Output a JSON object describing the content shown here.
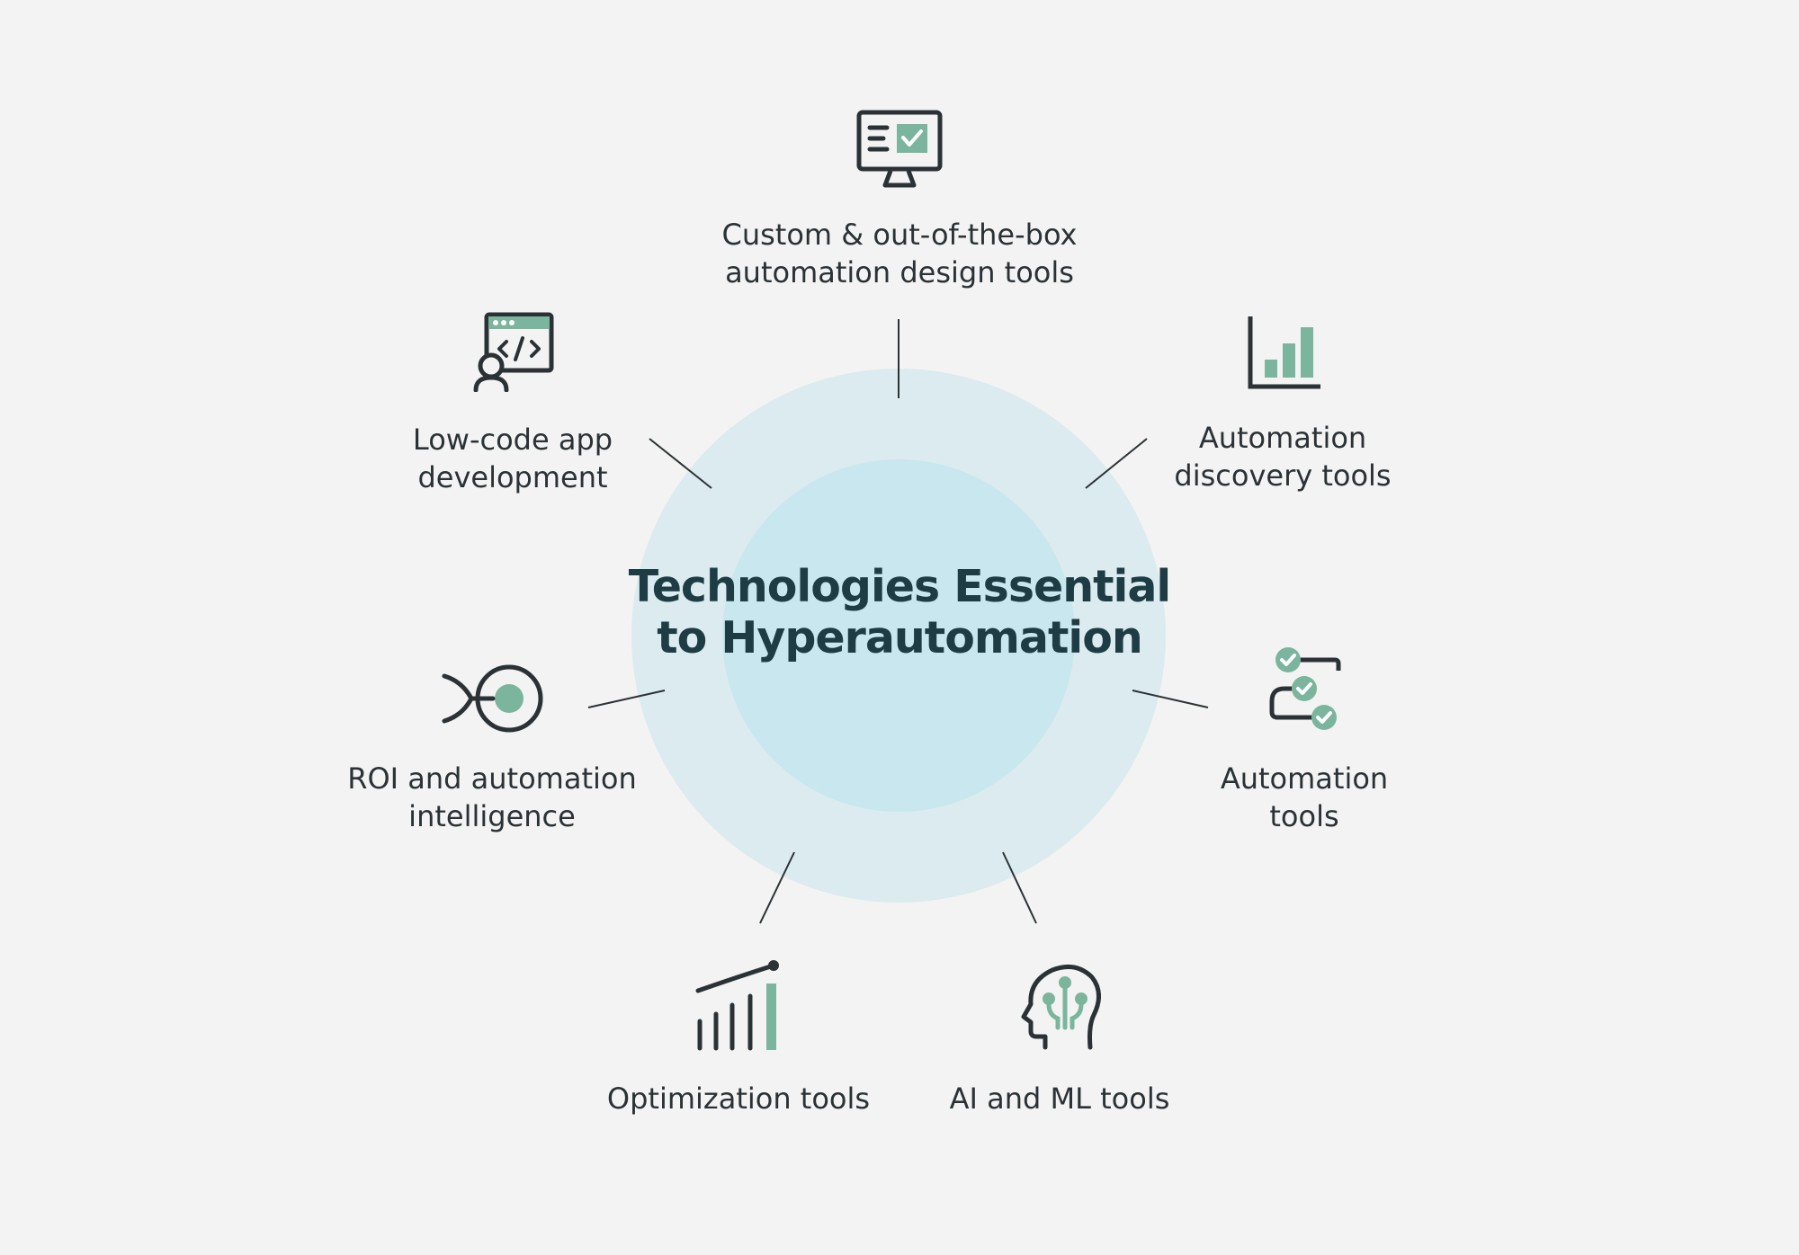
{
  "center": {
    "title_line1": "Technologies Essential",
    "title_line2": "to Hyperautomation"
  },
  "nodes": {
    "design_tools": {
      "label_line1": "Custom & out-of-the-box",
      "label_line2": "automation design tools",
      "icon": "monitor-checklist-icon"
    },
    "discovery_tools": {
      "label_line1": "Automation",
      "label_line2": "discovery tools",
      "icon": "bar-chart-icon"
    },
    "automation_tools": {
      "label_line1": "Automation",
      "label_line2": "tools",
      "icon": "workflow-checks-icon"
    },
    "ai_ml_tools": {
      "label_line1": "AI and ML tools",
      "icon": "ai-head-icon"
    },
    "optimization_tools": {
      "label_line1": "Optimization tools",
      "icon": "growth-chart-icon"
    },
    "roi_intelligence": {
      "label_line1": "ROI and automation",
      "label_line2": "intelligence",
      "icon": "target-arrow-icon"
    },
    "low_code": {
      "label_line1": "Low-code app",
      "label_line2": "development",
      "icon": "code-developer-icon"
    }
  },
  "colors": {
    "background": "#f3f3f3",
    "outer_circle": "#dcebef",
    "inner_circle": "#c9e7ee",
    "title": "#1d3c44",
    "icon_dark": "#2b3235",
    "icon_accent": "#7bb59d"
  }
}
